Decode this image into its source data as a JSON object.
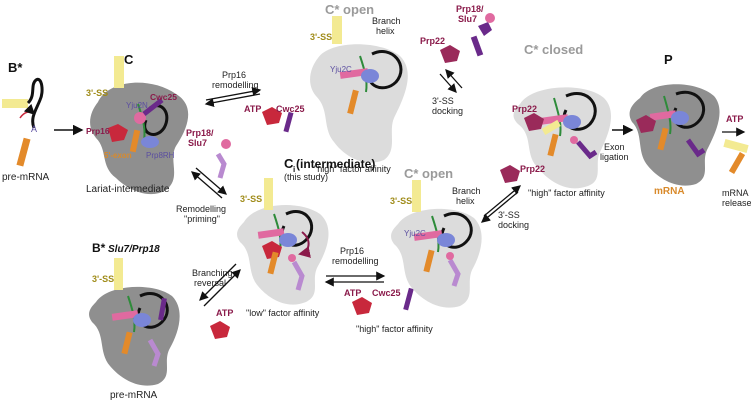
{
  "states": {
    "b_star": "B*",
    "c": "C",
    "c_open_top": "C* open",
    "c_closed": "C* closed",
    "p": "P",
    "ci": "C",
    "ci_sub": "i",
    "ci_suffix": " (intermediate)",
    "this_study": "(this study)",
    "c_open_mid": "C* open",
    "b_star_slu7": "B*",
    "b_star_slu7_sup": "Slu7/Prp18"
  },
  "labels": {
    "pre_mrna_left": "pre-mRNA",
    "a_site": "A",
    "lariat_intermediate": "Lariat-intermediate",
    "three_ss": "3'-SS",
    "prp16": "Prp16",
    "cwc25": "Cwc25",
    "yju2n": "Yju2N",
    "five_exon": "5'-exon",
    "prp8rh": "Prp8RH",
    "prp16_remodelling_top": "Prp16",
    "remodelling_word": "remodelling",
    "atp": "ATP",
    "branch": "Branch",
    "helix": "helix",
    "yju2c": "Yju2C",
    "high_affinity": "\"high\" factor affinity",
    "prp18_slu7": "Prp18/",
    "slu7": "Slu7",
    "prp22": "Prp22",
    "three_ss_docking_a": "3'-SS",
    "docking": "docking",
    "exon": "Exon",
    "ligation": "ligation",
    "mrna": "mRNA",
    "mrna_release_a": "mRNA",
    "release": "release",
    "remodelling_cap": "Remodelling",
    "priming": "\"priming\"",
    "branching": "Branching",
    "reversal": "reversal",
    "low_affinity": "\"low\" factor affinity",
    "pre_mrna_bottom": "pre-mRNA",
    "yju2c_short": "Yju2C"
  },
  "colors": {
    "particle_dark": "#8f8f8f",
    "particle_light": "#dcdcdc",
    "prp16_red": "#c8283c",
    "cwc25_purple": "#6a2a8a",
    "prp22_maroon": "#9a2a5a",
    "exon_orange": "#e38a2a",
    "ss_yellow": "#f3ea92",
    "rna_black": "#111111",
    "helix_green": "#2e8b3a",
    "factor_pink": "#e06aa0",
    "prp8_blue": "#7a86d8",
    "slu7_lilac": "#b98ad0"
  }
}
